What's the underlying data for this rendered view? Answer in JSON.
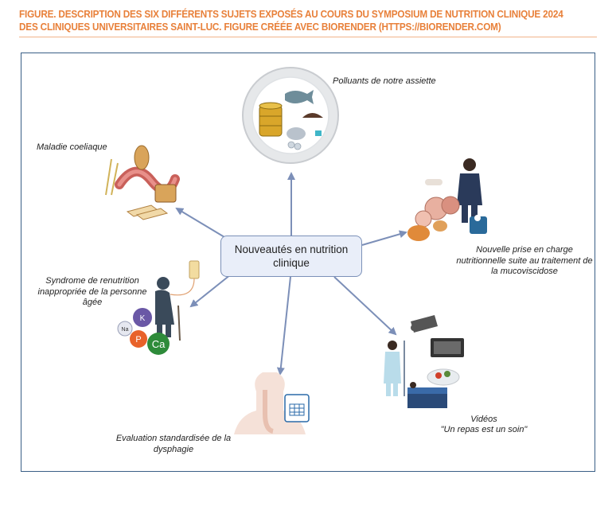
{
  "caption": "FIGURE. DESCRIPTION DES SIX DIFFÉRENTS SUJETS EXPOSÉS AU COURS DU SYMPOSIUM DE NUTRITION CLINIQUE 2024 DES CLINIQUES UNIVERSITAIRES SAINT-LUC. FIGURE CRÉÉE AVEC BIORENDER (HTTPS://BIORENDER.COM)",
  "hub": {
    "label": "Nouveautés en nutrition clinique"
  },
  "topics": {
    "polluants": "Polluants de notre assiette",
    "coeliaque": "Maladie coeliaque",
    "mucoviscidose": "Nouvelle prise en charge nutritionnelle suite au traitement de la mucoviscidose",
    "renutrition": "Syndrome de renutrition inappropriée de la personne âgée",
    "dysphagie": "Evaluation standardisée de la dysphagie",
    "videos_title": "Vidéos",
    "videos_sub": "\"Un repas est un soin\""
  },
  "electrolytes": {
    "k": "K",
    "na": "Na",
    "p": "P",
    "ca": "Ca"
  },
  "colors": {
    "caption": "#e8803a",
    "frame": "#3a5f86",
    "arrow": "#7c8fb8",
    "hub_fill": "#e9eef9"
  }
}
